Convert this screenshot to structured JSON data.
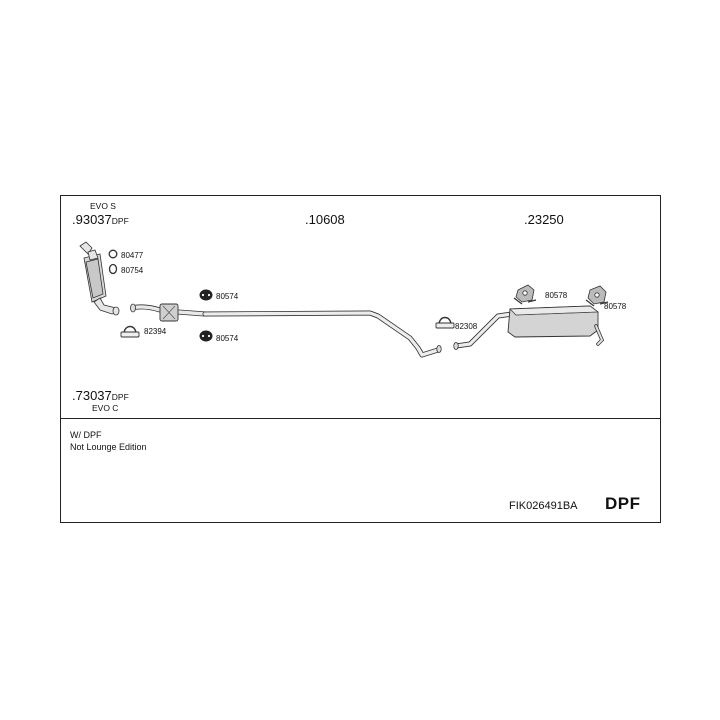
{
  "parts": {
    "front_dpf_top": {
      "code": ".93037",
      "suffix": "DPF",
      "variant": "EVO S"
    },
    "front_dpf_bottom": {
      "code": ".73037",
      "suffix": "DPF",
      "variant": "EVO C"
    },
    "middle_pipe": {
      "code": ".10608"
    },
    "rear_silencer": {
      "code": ".23250"
    }
  },
  "small_parts": {
    "gasket_a": "80477",
    "gasket_b": "80754",
    "ring_upper": "80574",
    "clamp_front": "82394",
    "ring_lower": "80574",
    "clamp_rear": "82308",
    "hanger_left": "80578",
    "hanger_right": "80578"
  },
  "notes": {
    "line1": "W/ DPF",
    "line2": "Not Lounge Edition"
  },
  "footer": {
    "kit_code": "FIK026491BA",
    "type_label": "DPF"
  }
}
